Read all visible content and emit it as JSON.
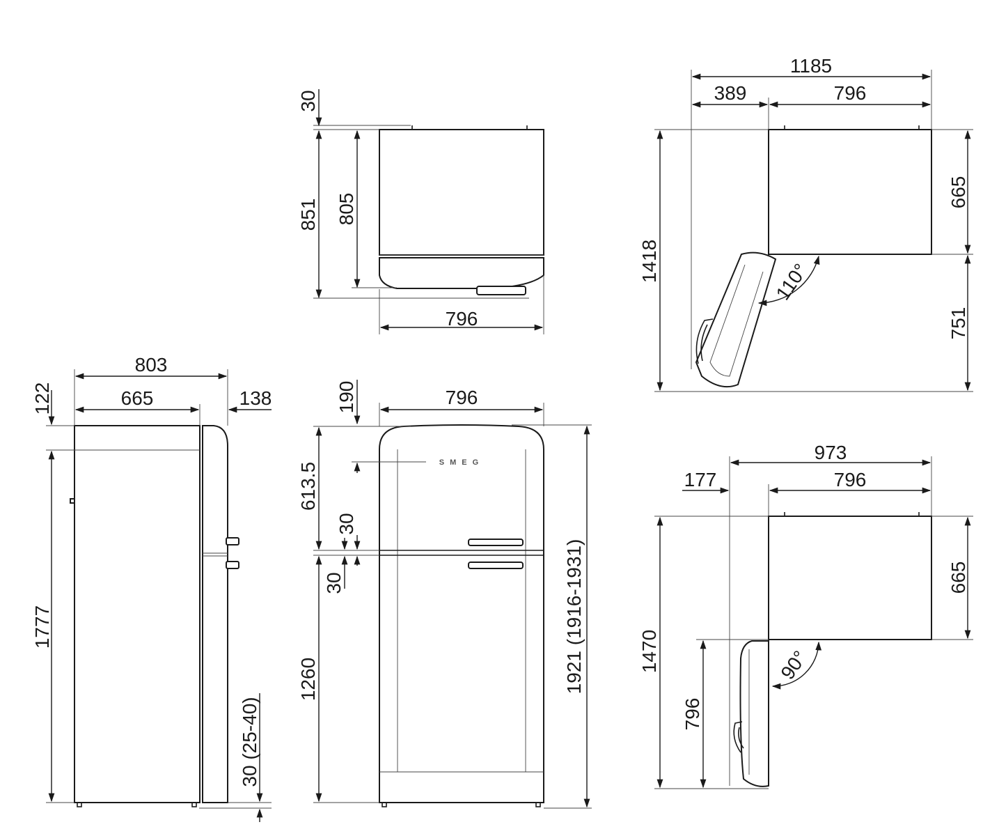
{
  "top_view": {
    "depth_total": "851",
    "depth_body": "805",
    "clearance_top": "30",
    "width": "796"
  },
  "side_view": {
    "width_total": "803",
    "width_body": "665",
    "top_offset": "122",
    "door_depth": "138",
    "height_body": "1777",
    "feet": "30 (25-40)"
  },
  "front_view": {
    "width": "796",
    "logo_offset": "190",
    "freezer_height": "613.5",
    "gap_upper": "30",
    "gap_lower": "30",
    "fridge_height": "1260",
    "height_total": "1921 (1916-1931)",
    "logo": "SMEG"
  },
  "open_110": {
    "total_depth": "1185",
    "door_swing": "389",
    "width": "796",
    "body_depth": "665",
    "door_depth": "751",
    "total": "1418",
    "angle": "110°"
  },
  "open_90": {
    "total_width": "973",
    "door_offset": "177",
    "width": "796",
    "body_depth": "665",
    "door_width": "796",
    "total": "1470",
    "angle": "90°"
  }
}
